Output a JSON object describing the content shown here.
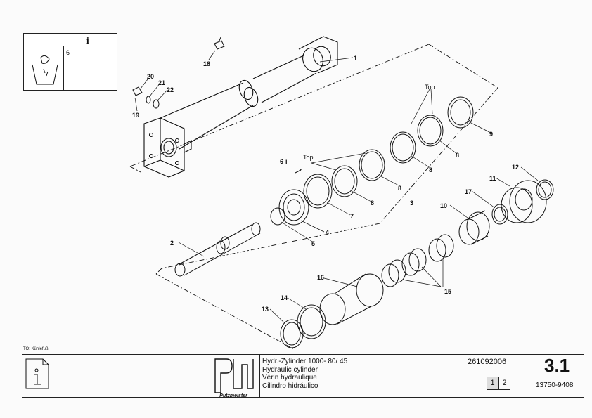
{
  "title_block": {
    "corner_note": "TO: Kühlefuß",
    "titles": [
      "Hydr.-Zylinder  1000- 80/ 45",
      "Hydraulic cylinder",
      "Vérin hydraulique",
      "Cilindro hidráulico"
    ],
    "part_number": "261092006",
    "section_number": "3.1",
    "document_number": "13750-9408",
    "pages": [
      "1",
      "2"
    ],
    "brand": "Putzmeister"
  },
  "info_box": {
    "header_icon": "info-i-icon",
    "note_number": "6",
    "symbol": "oil-can-icon"
  },
  "drawing": {
    "callouts": [
      "1",
      "2",
      "3",
      "4",
      "5",
      "6",
      "7",
      "8",
      "8",
      "8",
      "8",
      "9",
      "10",
      "11",
      "12",
      "13",
      "14",
      "15",
      "16",
      "17",
      "18",
      "19",
      "20",
      "21",
      "22"
    ],
    "top_labels": [
      "Top",
      "Top"
    ],
    "part_6_mark": "i"
  }
}
